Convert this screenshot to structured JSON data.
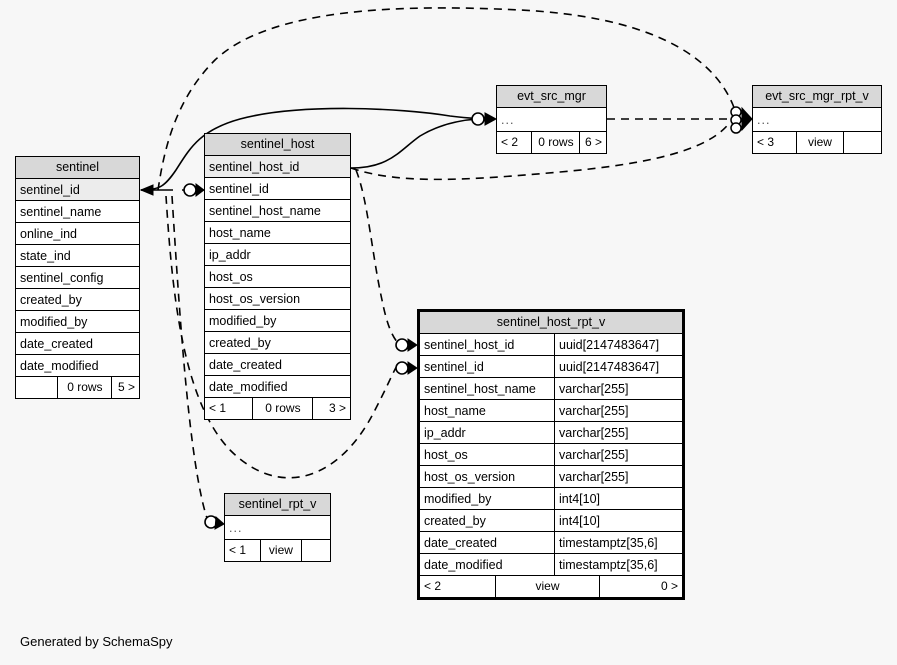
{
  "diagram": {
    "footer_note": "Generated by SchemaSpy",
    "background_color": "#f7f7f7",
    "header_fill": "#d8d8d8",
    "pk_row_fill": "#ececec",
    "line_color": "#000000"
  },
  "tables": {
    "sentinel": {
      "title": "sentinel",
      "columns": [
        {
          "name": "sentinel_id",
          "pk": true
        },
        {
          "name": "sentinel_name",
          "pk": false
        },
        {
          "name": "online_ind",
          "pk": false
        },
        {
          "name": "state_ind",
          "pk": false
        },
        {
          "name": "sentinel_config",
          "pk": false
        },
        {
          "name": "created_by",
          "pk": false
        },
        {
          "name": "modified_by",
          "pk": false
        },
        {
          "name": "date_created",
          "pk": false
        },
        {
          "name": "date_modified",
          "pk": false
        }
      ],
      "footer": {
        "left": "",
        "middle": "0 rows",
        "right": "5 >"
      }
    },
    "sentinel_host": {
      "title": "sentinel_host",
      "columns": [
        {
          "name": "sentinel_host_id",
          "pk": true
        },
        {
          "name": "sentinel_id",
          "pk": false
        },
        {
          "name": "sentinel_host_name",
          "pk": false
        },
        {
          "name": "host_name",
          "pk": false
        },
        {
          "name": "ip_addr",
          "pk": false
        },
        {
          "name": "host_os",
          "pk": false
        },
        {
          "name": "host_os_version",
          "pk": false
        },
        {
          "name": "modified_by",
          "pk": false
        },
        {
          "name": "created_by",
          "pk": false
        },
        {
          "name": "date_created",
          "pk": false
        },
        {
          "name": "date_modified",
          "pk": false
        }
      ],
      "footer": {
        "left": "< 1",
        "middle": "0 rows",
        "right": "3 >"
      }
    },
    "evt_src_mgr": {
      "title": "evt_src_mgr",
      "ellipsis": "...",
      "footer": {
        "left": "< 2",
        "middle": "0 rows",
        "right": "6 >"
      }
    },
    "evt_src_mgr_rpt_v": {
      "title": "evt_src_mgr_rpt_v",
      "ellipsis": "...",
      "footer": {
        "left": "< 3",
        "middle": "view",
        "right": ""
      }
    },
    "sentinel_rpt_v": {
      "title": "sentinel_rpt_v",
      "ellipsis": "...",
      "footer": {
        "left": "< 1",
        "middle": "view",
        "right": ""
      }
    },
    "sentinel_host_rpt_v": {
      "title": "sentinel_host_rpt_v",
      "focal": true,
      "columns": [
        {
          "name": "sentinel_host_id",
          "type": "uuid[2147483647]"
        },
        {
          "name": "sentinel_id",
          "type": "uuid[2147483647]"
        },
        {
          "name": "sentinel_host_name",
          "type": "varchar[255]"
        },
        {
          "name": "host_name",
          "type": "varchar[255]"
        },
        {
          "name": "ip_addr",
          "type": "varchar[255]"
        },
        {
          "name": "host_os",
          "type": "varchar[255]"
        },
        {
          "name": "host_os_version",
          "type": "varchar[255]"
        },
        {
          "name": "modified_by",
          "type": "int4[10]"
        },
        {
          "name": "created_by",
          "type": "int4[10]"
        },
        {
          "name": "date_created",
          "type": "timestamptz[35,6]"
        },
        {
          "name": "date_modified",
          "type": "timestamptz[35,6]"
        }
      ],
      "footer": {
        "left": "< 2",
        "middle": "view",
        "right": "0 >"
      }
    }
  }
}
